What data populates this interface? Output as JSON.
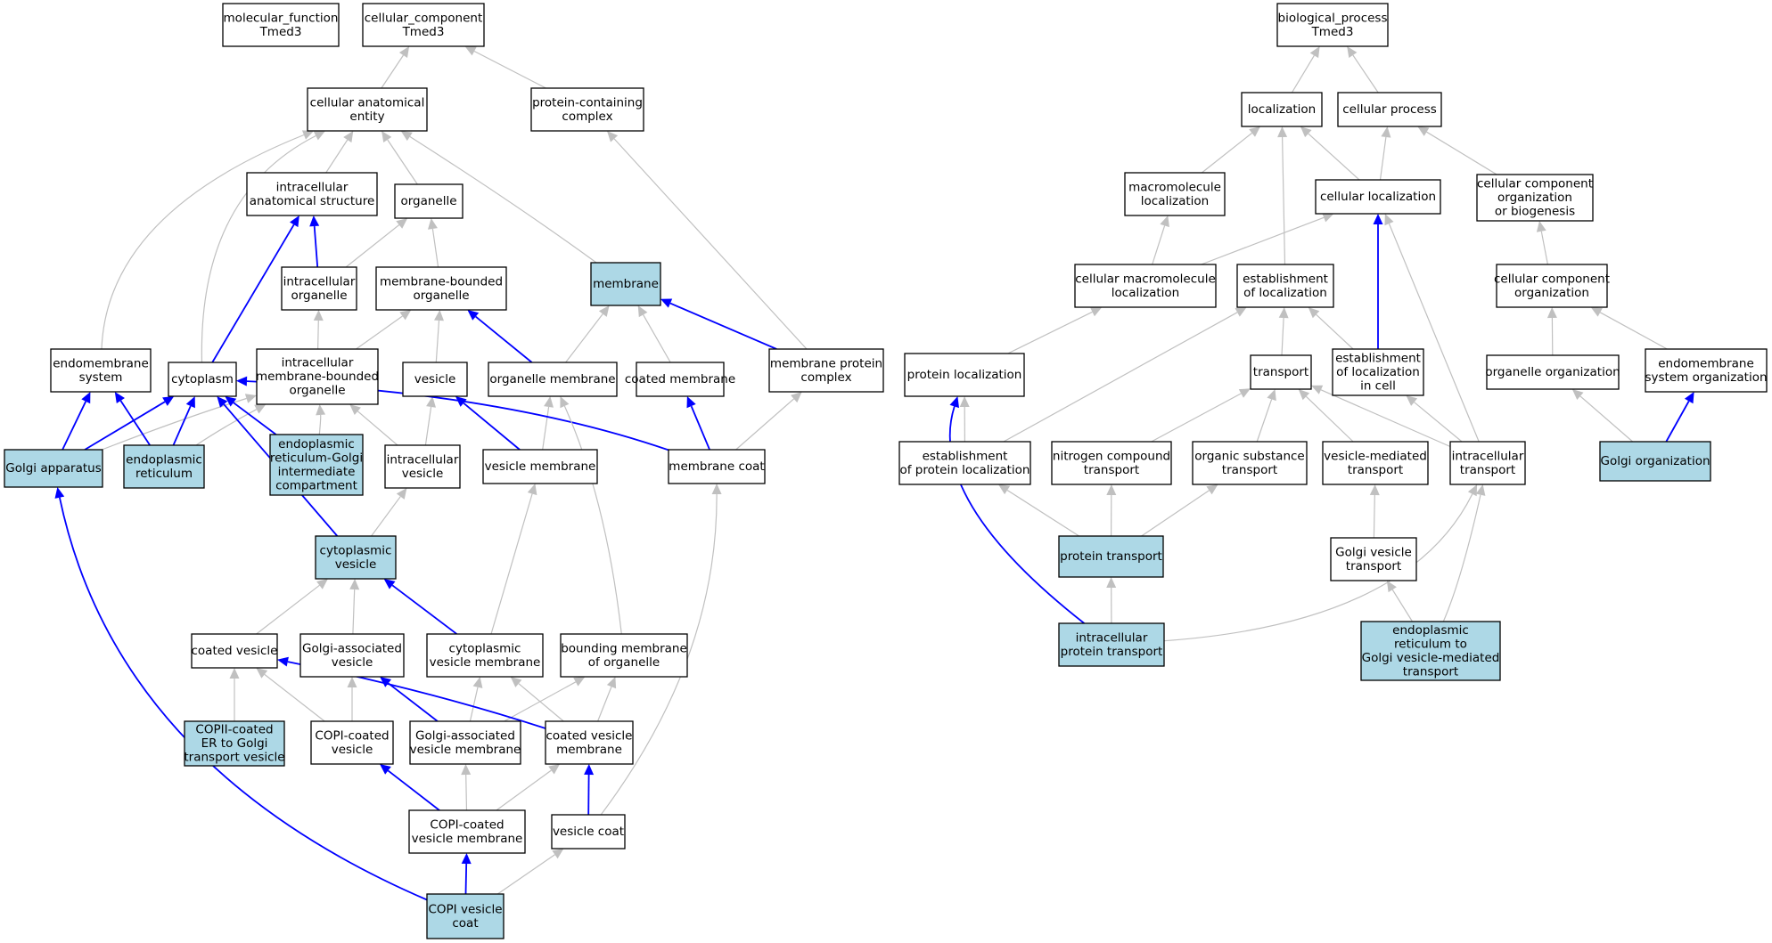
{
  "colors": {
    "highlight": "#add8e6",
    "plain": "#ffffff",
    "edge_is_a": "#c0c0c0",
    "edge_part_of": "#0000ff"
  },
  "nodes": [
    {
      "id": "mf",
      "lines": [
        "molecular_function",
        "Tmed3"
      ],
      "hl": false
    },
    {
      "id": "cc",
      "lines": [
        "cellular_component",
        "Tmed3"
      ],
      "hl": false
    },
    {
      "id": "bp",
      "lines": [
        "biological_process",
        "Tmed3"
      ],
      "hl": false
    },
    {
      "id": "cae",
      "lines": [
        "cellular anatomical",
        "entity"
      ],
      "hl": false
    },
    {
      "id": "pcc",
      "lines": [
        "protein-containing",
        "complex"
      ],
      "hl": false
    },
    {
      "id": "ias",
      "lines": [
        "intracellular",
        "anatomical structure"
      ],
      "hl": false
    },
    {
      "id": "org",
      "lines": [
        "organelle"
      ],
      "hl": false
    },
    {
      "id": "io",
      "lines": [
        "intracellular",
        "organelle"
      ],
      "hl": false
    },
    {
      "id": "mbo",
      "lines": [
        "membrane-bounded",
        "organelle"
      ],
      "hl": false
    },
    {
      "id": "mem",
      "lines": [
        "membrane"
      ],
      "hl": true
    },
    {
      "id": "es",
      "lines": [
        "endomembrane",
        "system"
      ],
      "hl": false
    },
    {
      "id": "cyt",
      "lines": [
        "cytoplasm"
      ],
      "hl": false
    },
    {
      "id": "imbo",
      "lines": [
        "intracellular",
        "membrane-bounded",
        "organelle"
      ],
      "hl": false
    },
    {
      "id": "ves",
      "lines": [
        "vesicle"
      ],
      "hl": false
    },
    {
      "id": "om",
      "lines": [
        "organelle membrane"
      ],
      "hl": false
    },
    {
      "id": "cm",
      "lines": [
        "coated membrane"
      ],
      "hl": false
    },
    {
      "id": "mpc",
      "lines": [
        "membrane protein",
        "complex"
      ],
      "hl": false
    },
    {
      "id": "ga",
      "lines": [
        "Golgi apparatus"
      ],
      "hl": true
    },
    {
      "id": "er",
      "lines": [
        "endoplasmic",
        "reticulum"
      ],
      "hl": true
    },
    {
      "id": "ergic",
      "lines": [
        "endoplasmic",
        "reticulum-Golgi",
        "intermediate",
        "compartment"
      ],
      "hl": true
    },
    {
      "id": "iv",
      "lines": [
        "intracellular",
        "vesicle"
      ],
      "hl": false
    },
    {
      "id": "vm",
      "lines": [
        "vesicle membrane"
      ],
      "hl": false
    },
    {
      "id": "mc",
      "lines": [
        "membrane coat"
      ],
      "hl": false
    },
    {
      "id": "cv",
      "lines": [
        "cytoplasmic",
        "vesicle"
      ],
      "hl": true
    },
    {
      "id": "cov",
      "lines": [
        "coated vesicle"
      ],
      "hl": false
    },
    {
      "id": "gav",
      "lines": [
        "Golgi-associated",
        "vesicle"
      ],
      "hl": false
    },
    {
      "id": "cvm",
      "lines": [
        "cytoplasmic",
        "vesicle membrane"
      ],
      "hl": false
    },
    {
      "id": "bmo",
      "lines": [
        "bounding membrane",
        "of organelle"
      ],
      "hl": false
    },
    {
      "id": "copii",
      "lines": [
        "COPII-coated",
        "ER to Golgi",
        "transport vesicle"
      ],
      "hl": true
    },
    {
      "id": "copiv",
      "lines": [
        "COPI-coated",
        "vesicle"
      ],
      "hl": false
    },
    {
      "id": "gavm",
      "lines": [
        "Golgi-associated",
        "vesicle membrane"
      ],
      "hl": false
    },
    {
      "id": "covm",
      "lines": [
        "coated vesicle",
        "membrane"
      ],
      "hl": false
    },
    {
      "id": "copivm",
      "lines": [
        "COPI-coated",
        "vesicle membrane"
      ],
      "hl": false
    },
    {
      "id": "vcoat",
      "lines": [
        "vesicle coat"
      ],
      "hl": false
    },
    {
      "id": "copicoat",
      "lines": [
        "COPI vesicle",
        "coat"
      ],
      "hl": true
    },
    {
      "id": "loc",
      "lines": [
        "localization"
      ],
      "hl": false
    },
    {
      "id": "cp",
      "lines": [
        "cellular process"
      ],
      "hl": false
    },
    {
      "id": "ml",
      "lines": [
        "macromolecule",
        "localization"
      ],
      "hl": false
    },
    {
      "id": "cl",
      "lines": [
        "cellular localization"
      ],
      "hl": false
    },
    {
      "id": "ccob",
      "lines": [
        "cellular component",
        "organization",
        "or biogenesis"
      ],
      "hl": false
    },
    {
      "id": "cml",
      "lines": [
        "cellular macromolecule",
        "localization"
      ],
      "hl": false
    },
    {
      "id": "eol",
      "lines": [
        "establishment",
        "of localization"
      ],
      "hl": false
    },
    {
      "id": "cco",
      "lines": [
        "cellular component",
        "organization"
      ],
      "hl": false
    },
    {
      "id": "pl",
      "lines": [
        "protein localization"
      ],
      "hl": false
    },
    {
      "id": "tr",
      "lines": [
        "transport"
      ],
      "hl": false
    },
    {
      "id": "eolc",
      "lines": [
        "establishment",
        "of localization",
        "in cell"
      ],
      "hl": false
    },
    {
      "id": "oo",
      "lines": [
        "organelle organization"
      ],
      "hl": false
    },
    {
      "id": "eso",
      "lines": [
        "endomembrane",
        "system organization"
      ],
      "hl": false
    },
    {
      "id": "epl",
      "lines": [
        "establishment",
        "of protein localization"
      ],
      "hl": false
    },
    {
      "id": "nct",
      "lines": [
        "nitrogen compound",
        "transport"
      ],
      "hl": false
    },
    {
      "id": "ost",
      "lines": [
        "organic substance",
        "transport"
      ],
      "hl": false
    },
    {
      "id": "vmt",
      "lines": [
        "vesicle-mediated",
        "transport"
      ],
      "hl": false
    },
    {
      "id": "it",
      "lines": [
        "intracellular",
        "transport"
      ],
      "hl": false
    },
    {
      "id": "go",
      "lines": [
        "Golgi organization"
      ],
      "hl": true
    },
    {
      "id": "pt",
      "lines": [
        "protein transport"
      ],
      "hl": true
    },
    {
      "id": "gvt",
      "lines": [
        "Golgi vesicle",
        "transport"
      ],
      "hl": false
    },
    {
      "id": "ipt",
      "lines": [
        "intracellular",
        "protein transport"
      ],
      "hl": true
    },
    {
      "id": "ergvt",
      "lines": [
        "endoplasmic",
        "reticulum to",
        "Golgi vesicle-mediated",
        "transport"
      ],
      "hl": true
    }
  ],
  "edges": [
    {
      "from": "cae",
      "to": "cc",
      "rel": "is_a"
    },
    {
      "from": "pcc",
      "to": "cc",
      "rel": "is_a"
    },
    {
      "from": "ias",
      "to": "cae",
      "rel": "is_a"
    },
    {
      "from": "org",
      "to": "cae",
      "rel": "is_a"
    },
    {
      "from": "mem",
      "to": "cae",
      "rel": "is_a"
    },
    {
      "from": "es",
      "to": "cae",
      "rel": "is_a"
    },
    {
      "from": "cyt",
      "to": "cae",
      "rel": "is_a"
    },
    {
      "from": "io",
      "to": "ias",
      "rel": "part_of"
    },
    {
      "from": "io",
      "to": "org",
      "rel": "is_a"
    },
    {
      "from": "mbo",
      "to": "org",
      "rel": "is_a"
    },
    {
      "from": "cyt",
      "to": "ias",
      "rel": "part_of"
    },
    {
      "from": "imbo",
      "to": "io",
      "rel": "is_a"
    },
    {
      "from": "imbo",
      "to": "mbo",
      "rel": "is_a"
    },
    {
      "from": "ves",
      "to": "mbo",
      "rel": "is_a"
    },
    {
      "from": "om",
      "to": "mbo",
      "rel": "part_of"
    },
    {
      "from": "om",
      "to": "mem",
      "rel": "is_a"
    },
    {
      "from": "cm",
      "to": "mem",
      "rel": "is_a"
    },
    {
      "from": "mpc",
      "to": "mem",
      "rel": "part_of"
    },
    {
      "from": "mpc",
      "to": "pcc",
      "rel": "is_a"
    },
    {
      "from": "ga",
      "to": "es",
      "rel": "part_of"
    },
    {
      "from": "ga",
      "to": "cyt",
      "rel": "part_of"
    },
    {
      "from": "ga",
      "to": "imbo",
      "rel": "is_a"
    },
    {
      "from": "er",
      "to": "es",
      "rel": "part_of"
    },
    {
      "from": "er",
      "to": "cyt",
      "rel": "part_of"
    },
    {
      "from": "er",
      "to": "imbo",
      "rel": "is_a"
    },
    {
      "from": "ergic",
      "to": "cyt",
      "rel": "part_of"
    },
    {
      "from": "ergic",
      "to": "imbo",
      "rel": "is_a"
    },
    {
      "from": "iv",
      "to": "ves",
      "rel": "is_a"
    },
    {
      "from": "iv",
      "to": "imbo",
      "rel": "is_a"
    },
    {
      "from": "vm",
      "to": "ves",
      "rel": "part_of"
    },
    {
      "from": "vm",
      "to": "om",
      "rel": "is_a"
    },
    {
      "from": "mc",
      "to": "cm",
      "rel": "part_of"
    },
    {
      "from": "mc",
      "to": "mpc",
      "rel": "is_a"
    },
    {
      "from": "mc",
      "to": "cyt",
      "rel": "part_of"
    },
    {
      "from": "cv",
      "to": "iv",
      "rel": "is_a"
    },
    {
      "from": "cv",
      "to": "cyt",
      "rel": "part_of"
    },
    {
      "from": "cov",
      "to": "cv",
      "rel": "is_a"
    },
    {
      "from": "gav",
      "to": "cv",
      "rel": "is_a"
    },
    {
      "from": "cvm",
      "to": "cv",
      "rel": "part_of"
    },
    {
      "from": "cvm",
      "to": "vm",
      "rel": "is_a"
    },
    {
      "from": "bmo",
      "to": "om",
      "rel": "is_a"
    },
    {
      "from": "copii",
      "to": "cov",
      "rel": "is_a"
    },
    {
      "from": "copiv",
      "to": "cov",
      "rel": "is_a"
    },
    {
      "from": "copiv",
      "to": "gav",
      "rel": "is_a"
    },
    {
      "from": "gavm",
      "to": "gav",
      "rel": "part_of"
    },
    {
      "from": "gavm",
      "to": "cvm",
      "rel": "is_a"
    },
    {
      "from": "gavm",
      "to": "bmo",
      "rel": "is_a"
    },
    {
      "from": "covm",
      "to": "cov",
      "rel": "part_of"
    },
    {
      "from": "covm",
      "to": "cvm",
      "rel": "is_a"
    },
    {
      "from": "covm",
      "to": "bmo",
      "rel": "is_a"
    },
    {
      "from": "copivm",
      "to": "copiv",
      "rel": "part_of"
    },
    {
      "from": "copivm",
      "to": "gavm",
      "rel": "is_a"
    },
    {
      "from": "copivm",
      "to": "covm",
      "rel": "is_a"
    },
    {
      "from": "vcoat",
      "to": "covm",
      "rel": "part_of"
    },
    {
      "from": "vcoat",
      "to": "mc",
      "rel": "is_a"
    },
    {
      "from": "copicoat",
      "to": "copivm",
      "rel": "part_of"
    },
    {
      "from": "copicoat",
      "to": "vcoat",
      "rel": "is_a"
    },
    {
      "from": "copicoat",
      "to": "ga",
      "rel": "part_of"
    },
    {
      "from": "loc",
      "to": "bp",
      "rel": "is_a"
    },
    {
      "from": "cp",
      "to": "bp",
      "rel": "is_a"
    },
    {
      "from": "ml",
      "to": "loc",
      "rel": "is_a"
    },
    {
      "from": "cl",
      "to": "loc",
      "rel": "is_a"
    },
    {
      "from": "cl",
      "to": "cp",
      "rel": "is_a"
    },
    {
      "from": "ccob",
      "to": "cp",
      "rel": "is_a"
    },
    {
      "from": "cml",
      "to": "ml",
      "rel": "is_a"
    },
    {
      "from": "cml",
      "to": "cl",
      "rel": "is_a"
    },
    {
      "from": "eol",
      "to": "loc",
      "rel": "is_a"
    },
    {
      "from": "cco",
      "to": "ccob",
      "rel": "is_a"
    },
    {
      "from": "pl",
      "to": "cml",
      "rel": "is_a"
    },
    {
      "from": "tr",
      "to": "eol",
      "rel": "is_a"
    },
    {
      "from": "eolc",
      "to": "eol",
      "rel": "is_a"
    },
    {
      "from": "eolc",
      "to": "cl",
      "rel": "part_of"
    },
    {
      "from": "oo",
      "to": "cco",
      "rel": "is_a"
    },
    {
      "from": "eso",
      "to": "cco",
      "rel": "is_a"
    },
    {
      "from": "epl",
      "to": "pl",
      "rel": "is_a"
    },
    {
      "from": "epl",
      "to": "eol",
      "rel": "is_a"
    },
    {
      "from": "nct",
      "to": "tr",
      "rel": "is_a"
    },
    {
      "from": "ost",
      "to": "tr",
      "rel": "is_a"
    },
    {
      "from": "vmt",
      "to": "tr",
      "rel": "is_a"
    },
    {
      "from": "it",
      "to": "tr",
      "rel": "is_a"
    },
    {
      "from": "it",
      "to": "eolc",
      "rel": "is_a"
    },
    {
      "from": "it",
      "to": "cl",
      "rel": "is_a"
    },
    {
      "from": "go",
      "to": "oo",
      "rel": "is_a"
    },
    {
      "from": "go",
      "to": "eso",
      "rel": "part_of"
    },
    {
      "from": "pt",
      "to": "epl",
      "rel": "is_a"
    },
    {
      "from": "pt",
      "to": "nct",
      "rel": "is_a"
    },
    {
      "from": "pt",
      "to": "ost",
      "rel": "is_a"
    },
    {
      "from": "gvt",
      "to": "vmt",
      "rel": "is_a"
    },
    {
      "from": "ipt",
      "to": "pt",
      "rel": "is_a"
    },
    {
      "from": "ipt",
      "to": "it",
      "rel": "is_a"
    },
    {
      "from": "ipt",
      "to": "pl",
      "rel": "part_of"
    },
    {
      "from": "ergvt",
      "to": "gvt",
      "rel": "is_a"
    },
    {
      "from": "ergvt",
      "to": "it",
      "rel": "is_a"
    }
  ]
}
